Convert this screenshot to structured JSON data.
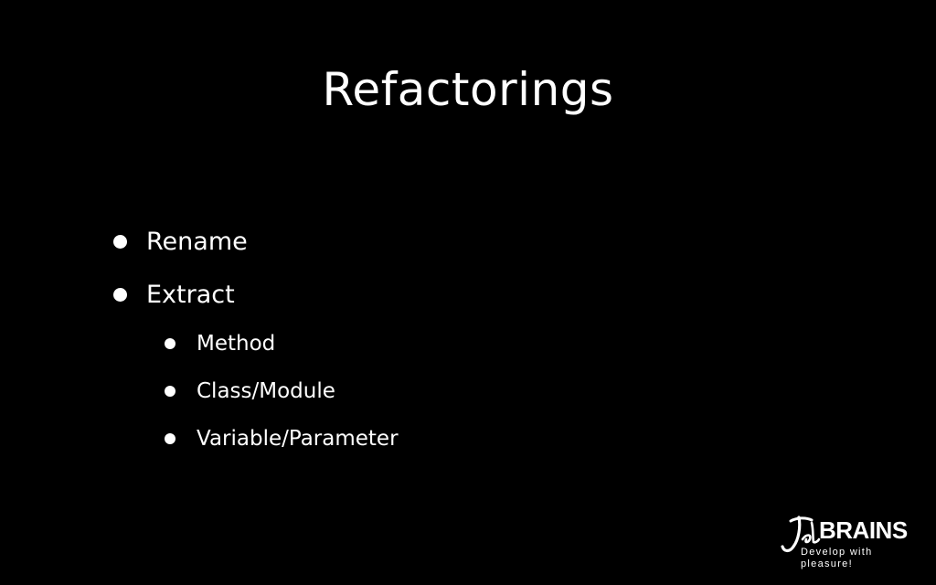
{
  "slide": {
    "title": "Refactorings",
    "bullets": [
      {
        "level": 1,
        "text": "Rename"
      },
      {
        "level": 1,
        "text": "Extract"
      },
      {
        "level": 2,
        "text": "Method"
      },
      {
        "level": 2,
        "text": "Class/Module"
      },
      {
        "level": 2,
        "text": "Variable/Parameter"
      }
    ]
  },
  "logo": {
    "brand": "BRAINS",
    "tagline": "Develop with pleasure!",
    "icon": "jet-script-icon"
  },
  "colors": {
    "background": "#000000",
    "text": "#ffffff"
  }
}
